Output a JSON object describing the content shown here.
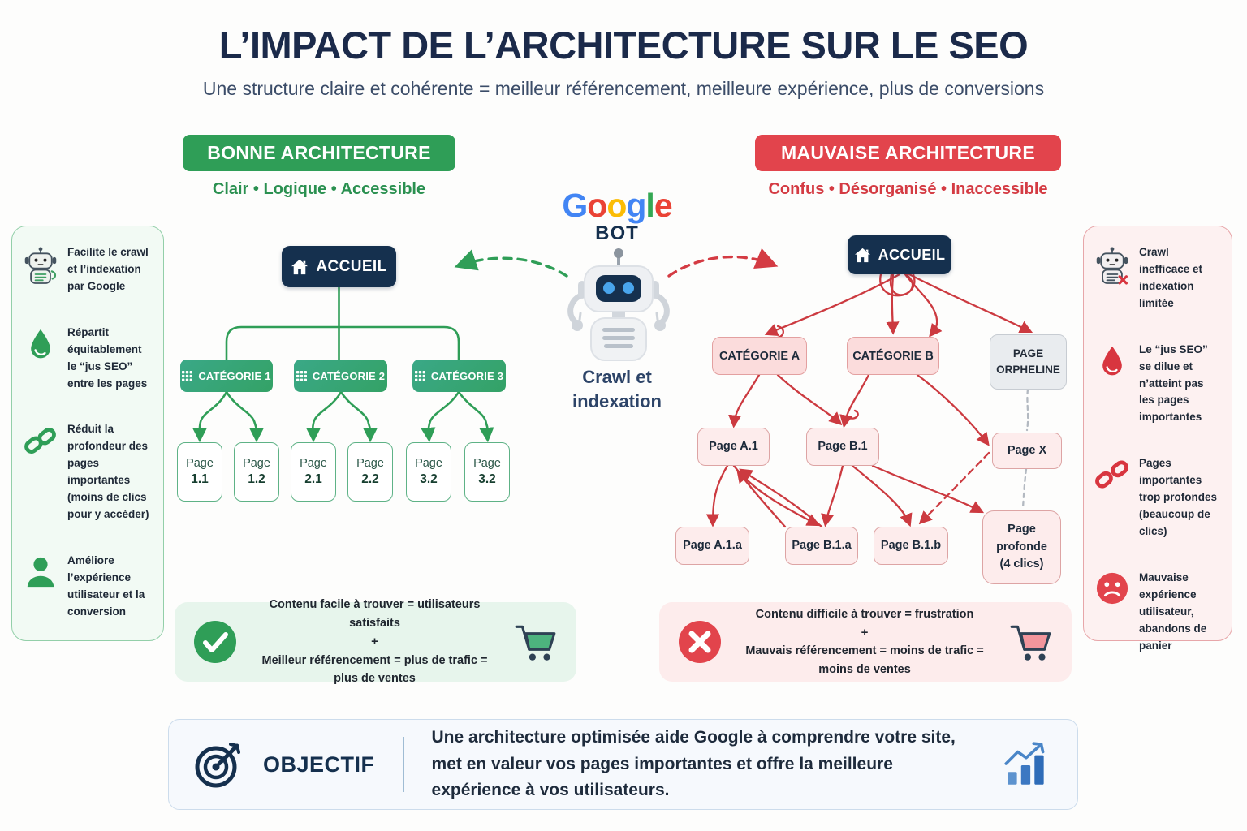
{
  "colors": {
    "green": "#2f9e57",
    "red": "#dd3e46",
    "navy": "#15304e"
  },
  "header": {
    "title": "L’IMPACT DE L’ARCHITECTURE SUR LE SEO",
    "subtitle": "Une structure claire et cohérente = meilleur référencement, meilleure expérience, plus de conversions"
  },
  "good": {
    "badge": "BONNE ARCHITECTURE",
    "tagline": "Clair • Logique • Accessible",
    "home": "ACCUEIL",
    "categories": [
      "CATÉGORIE 1",
      "CATÉGORIE 2",
      "CATÉGORIE 3"
    ],
    "pages": [
      {
        "word": "Page",
        "num": "1.1"
      },
      {
        "word": "Page",
        "num": "1.2"
      },
      {
        "word": "Page",
        "num": "2.1"
      },
      {
        "word": "Page",
        "num": "2.2"
      },
      {
        "word": "Page",
        "num": "3.2"
      },
      {
        "word": "Page",
        "num": "3.2"
      }
    ],
    "benefits": [
      {
        "icon": "robot-icon",
        "text": "Facilite le crawl et l’indexation par Google"
      },
      {
        "icon": "drop-icon",
        "text": "Répartit équitablement le “jus SEO” entre les pages"
      },
      {
        "icon": "chain-icon",
        "text": "Réduit la profondeur des pages importantes (moins de clics pour y accéder)"
      },
      {
        "icon": "person-icon",
        "text": "Améliore l’expérience utilisateur et la conversion"
      }
    ],
    "summary": {
      "line1": "Contenu facile à trouver = utilisateurs satisfaits",
      "plus": "+",
      "line2": "Meilleur référencement = plus de trafic = plus de ventes"
    }
  },
  "bad": {
    "badge": "MAUVAISE ARCHITECTURE",
    "tagline": "Confus • Désorganisé • Inaccessible",
    "home": "ACCUEIL",
    "cat_a": "CATÉGORIE A",
    "cat_b": "CATÉGORIE B",
    "orphan": "PAGE ORPHELINE",
    "page_a1": "Page A.1",
    "page_b1": "Page B.1",
    "page_x": "Page X",
    "page_a1a": "Page A.1.a",
    "page_b1a": "Page B.1.a",
    "page_b1b": "Page B.1.b",
    "page_deep": "Page profonde (4 clics)",
    "problems": [
      {
        "icon": "robot-error-icon",
        "text": "Crawl inefficace et indexation limitée"
      },
      {
        "icon": "drop-icon",
        "text": "Le “jus SEO” se dilue et n’atteint pas les pages importantes"
      },
      {
        "icon": "broken-chain-icon",
        "text": "Pages importantes trop profondes (beaucoup de clics)"
      },
      {
        "icon": "sad-face-icon",
        "text": "Mauvaise expérience utilisateur, abandons de panier"
      }
    ],
    "summary": {
      "line1": "Contenu difficile à trouver = frustration",
      "plus": "+",
      "line2": "Mauvais référencement = moins de trafic = moins de ventes"
    }
  },
  "center": {
    "google": [
      {
        "ch": "G",
        "color": "#4285F4"
      },
      {
        "ch": "o",
        "color": "#EA4335"
      },
      {
        "ch": "o",
        "color": "#FBBC05"
      },
      {
        "ch": "g",
        "color": "#4285F4"
      },
      {
        "ch": "l",
        "color": "#34A853"
      },
      {
        "ch": "e",
        "color": "#EA4335"
      }
    ],
    "bot": "BOT",
    "caption_line1": "Crawl et",
    "caption_line2": "indexation"
  },
  "objective": {
    "label": "OBJECTIF",
    "line1": "Une architecture optimisée aide Google à comprendre votre site,",
    "line2": "met en valeur vos pages importantes et offre la meilleure expérience à vos utilisateurs."
  }
}
